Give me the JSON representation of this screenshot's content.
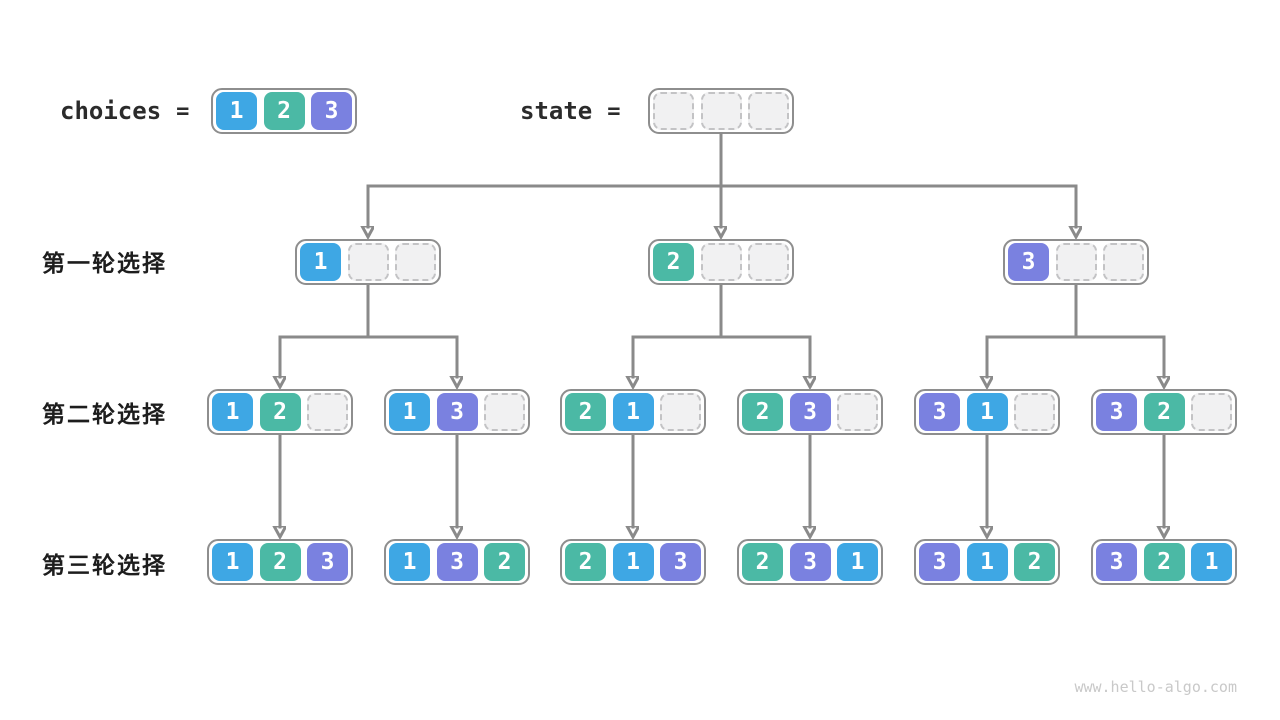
{
  "colors": {
    "choice-1": "#3EA7E4",
    "choice-2": "#4BB9A5",
    "choice-3": "#7A81E0",
    "arrow": "#8a8a8a"
  },
  "header": {
    "choices_label": "choices",
    "state_label": "state",
    "equals": "=",
    "choices_cells": [
      "1",
      "2",
      "3"
    ],
    "state_cells": [
      "",
      "",
      ""
    ]
  },
  "rows": [
    {
      "label": "第一轮选择",
      "nodes": [
        [
          "1",
          "",
          ""
        ],
        [
          "2",
          "",
          ""
        ],
        [
          "3",
          "",
          ""
        ]
      ]
    },
    {
      "label": "第二轮选择",
      "nodes": [
        [
          "1",
          "2",
          ""
        ],
        [
          "1",
          "3",
          ""
        ],
        [
          "2",
          "1",
          ""
        ],
        [
          "2",
          "3",
          ""
        ],
        [
          "3",
          "1",
          ""
        ],
        [
          "3",
          "2",
          ""
        ]
      ]
    },
    {
      "label": "第三轮选择",
      "nodes": [
        [
          "1",
          "2",
          "3"
        ],
        [
          "1",
          "3",
          "2"
        ],
        [
          "2",
          "1",
          "3"
        ],
        [
          "2",
          "3",
          "1"
        ],
        [
          "3",
          "1",
          "2"
        ],
        [
          "3",
          "2",
          "1"
        ]
      ]
    }
  ],
  "watermark": "www.hello-algo.com"
}
